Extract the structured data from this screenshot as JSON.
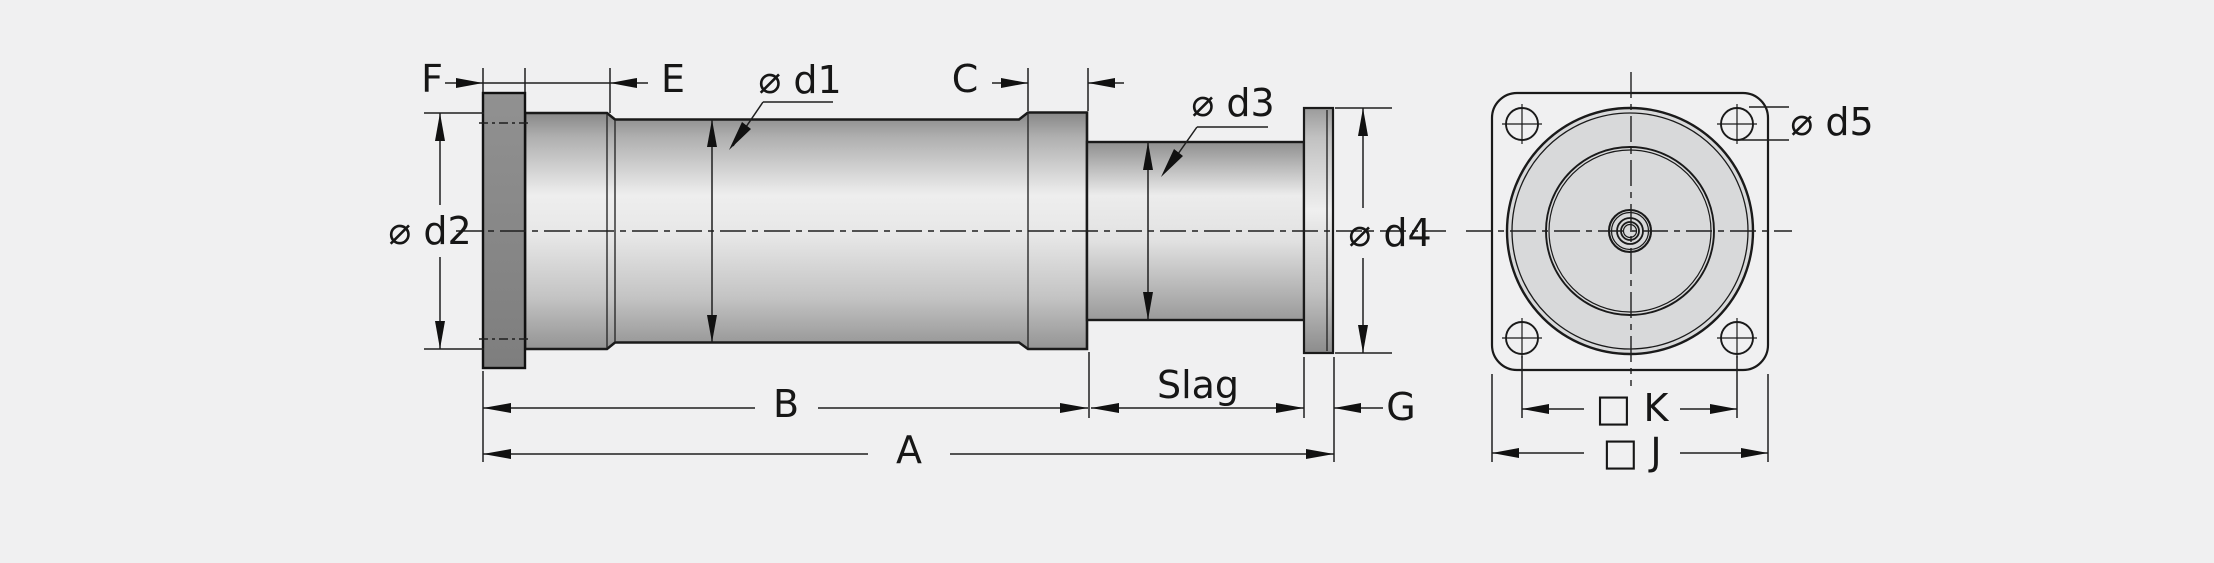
{
  "drawing": {
    "kind": "technical-dimension-drawing",
    "colors": {
      "background": "#f0f0f1",
      "line": "#1a1a1a",
      "plate_fill": "#8a8a8a",
      "front_circle_fill": "#d8d9da"
    },
    "labels": {
      "f": "F",
      "e": "E",
      "d1": "⌀ d1",
      "c": "C",
      "d3": "⌀ d3",
      "d2": "⌀ d2",
      "d4": "⌀ d4",
      "b": "B",
      "slag": "Slag",
      "a": "A",
      "g": "G",
      "d5": "⌀ d5",
      "k": "□ K",
      "j": "□ J"
    }
  }
}
